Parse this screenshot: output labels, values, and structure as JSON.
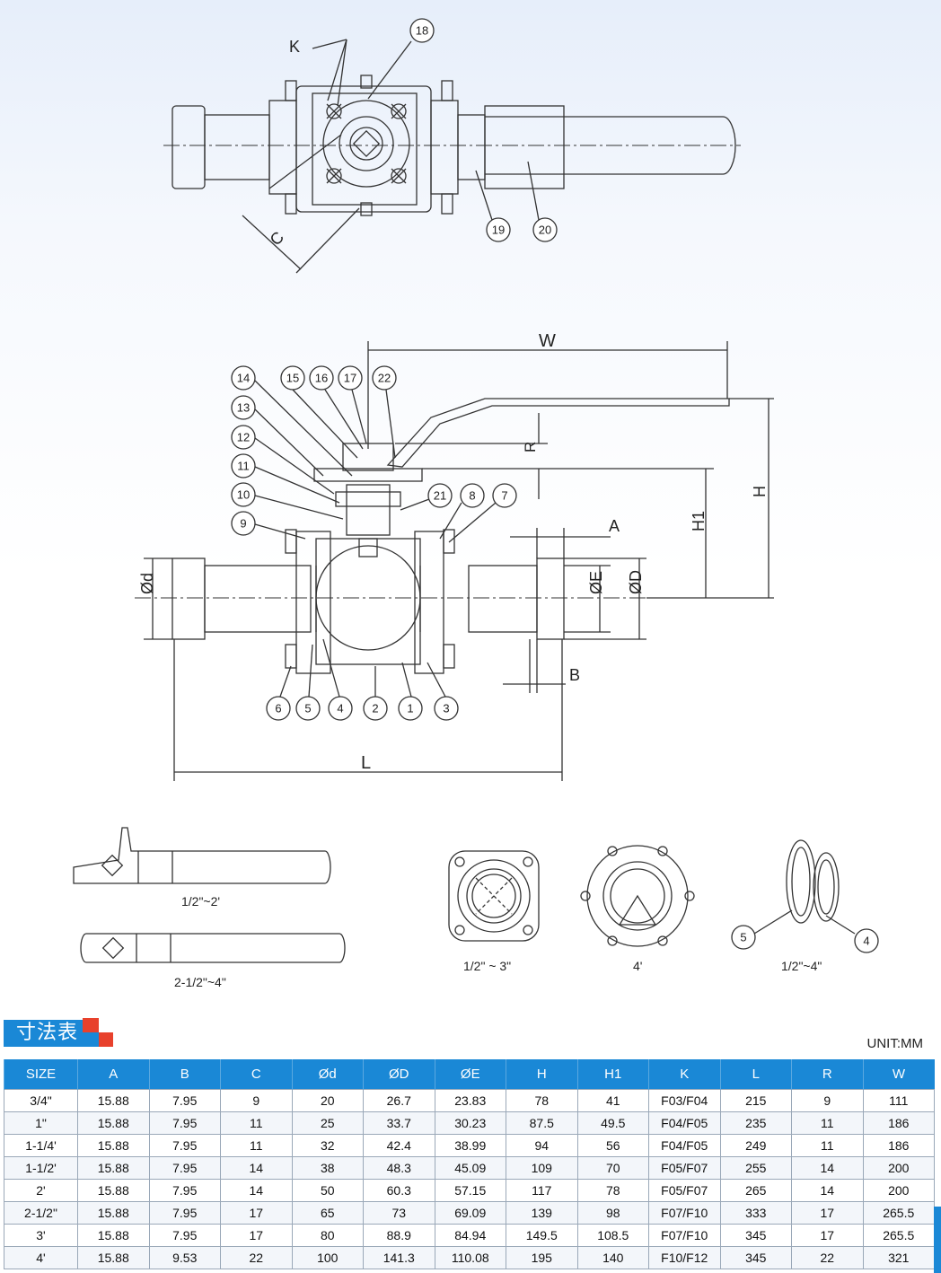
{
  "balloons": {
    "top": [
      "18",
      "19",
      "20"
    ],
    "section_top": [
      "14",
      "15",
      "16",
      "17",
      "22"
    ],
    "section_left": [
      "13",
      "12",
      "11",
      "10",
      "9"
    ],
    "section_right": [
      "21",
      "8",
      "7"
    ],
    "section_bottom": [
      "6",
      "5",
      "4",
      "2",
      "1",
      "3"
    ],
    "seal": [
      "5",
      "4"
    ]
  },
  "dimension_labels": {
    "K": "K",
    "C": "C",
    "W": "W",
    "R": "R",
    "H": "H",
    "H1": "H1",
    "A": "A",
    "B": "B",
    "L": "L",
    "d": "Ød",
    "E": "ØE",
    "D": "ØD"
  },
  "captions": {
    "handle_small": "1/2\"~2'",
    "handle_large": "2-1/2\"~4\"",
    "flange_small": "1/2\" ~ 3\"",
    "flange_large": "4'",
    "seal": "1/2\"~4\""
  },
  "table": {
    "title": "寸法表",
    "unit": "UNIT:MM",
    "colors": {
      "header": "#1a88d6",
      "accent_red": "#e8412c",
      "accent_blue": "#1a88d6"
    },
    "headers": [
      "SIZE",
      "A",
      "B",
      "C",
      "Ød",
      "ØD",
      "ØE",
      "H",
      "H1",
      "K",
      "L",
      "R",
      "W"
    ],
    "rows": [
      [
        "3/4\"",
        "15.88",
        "7.95",
        "9",
        "20",
        "26.7",
        "23.83",
        "78",
        "41",
        "F03/F04",
        "215",
        "9",
        "111"
      ],
      [
        "1\"",
        "15.88",
        "7.95",
        "11",
        "25",
        "33.7",
        "30.23",
        "87.5",
        "49.5",
        "F04/F05",
        "235",
        "11",
        "186"
      ],
      [
        "1-1/4'",
        "15.88",
        "7.95",
        "11",
        "32",
        "42.4",
        "38.99",
        "94",
        "56",
        "F04/F05",
        "249",
        "11",
        "186"
      ],
      [
        "1-1/2'",
        "15.88",
        "7.95",
        "14",
        "38",
        "48.3",
        "45.09",
        "109",
        "70",
        "F05/F07",
        "255",
        "14",
        "200"
      ],
      [
        "2'",
        "15.88",
        "7.95",
        "14",
        "50",
        "60.3",
        "57.15",
        "117",
        "78",
        "F05/F07",
        "265",
        "14",
        "200"
      ],
      [
        "2-1/2\"",
        "15.88",
        "7.95",
        "17",
        "65",
        "73",
        "69.09",
        "139",
        "98",
        "F07/F10",
        "333",
        "17",
        "265.5"
      ],
      [
        "3'",
        "15.88",
        "7.95",
        "17",
        "80",
        "88.9",
        "84.94",
        "149.5",
        "108.5",
        "F07/F10",
        "345",
        "17",
        "265.5"
      ],
      [
        "4'",
        "15.88",
        "9.53",
        "22",
        "100",
        "141.3",
        "110.08",
        "195",
        "140",
        "F10/F12",
        "345",
        "22",
        "321"
      ]
    ]
  }
}
